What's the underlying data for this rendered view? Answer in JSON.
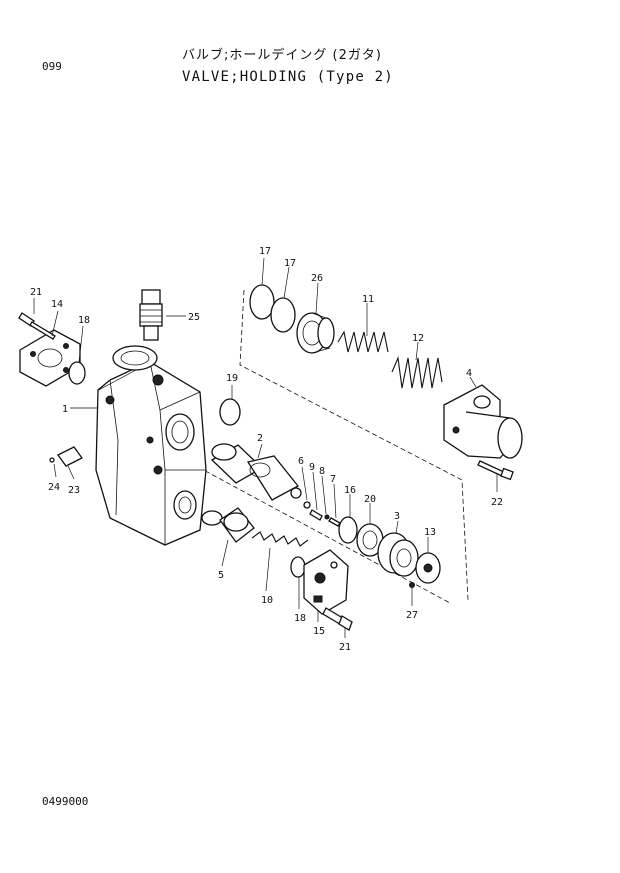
{
  "header": {
    "page_number": "099",
    "title_jp": "バルブ;ホールデイング (2ガタ)",
    "title_en": "VALVE;HOLDING (Type 2)"
  },
  "footer": {
    "doc_code": "0499000"
  },
  "labels": {
    "p21a": "21",
    "p14": "14",
    "p18a": "18",
    "p25": "25",
    "p1": "1",
    "p19": "19",
    "p24": "24",
    "p23": "23",
    "p2": "2",
    "p5": "5",
    "p10": "10",
    "p18b": "18",
    "p15": "15",
    "p21b": "21",
    "p6": "6",
    "p9": "9",
    "p8": "8",
    "p7": "7",
    "p16": "16",
    "p20": "20",
    "p3": "3",
    "p13": "13",
    "p27": "27",
    "p17a": "17",
    "p17b": "17",
    "p26": "26",
    "p11": "11",
    "p12": "12",
    "p4": "4",
    "p22": "22"
  }
}
